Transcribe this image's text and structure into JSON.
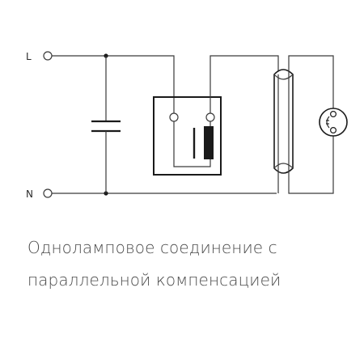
{
  "terminals": {
    "line": "L",
    "neutral": "N"
  },
  "caption": {
    "line1": "Одноламповое соединение с",
    "line2": "параллельной компенсацией"
  }
}
